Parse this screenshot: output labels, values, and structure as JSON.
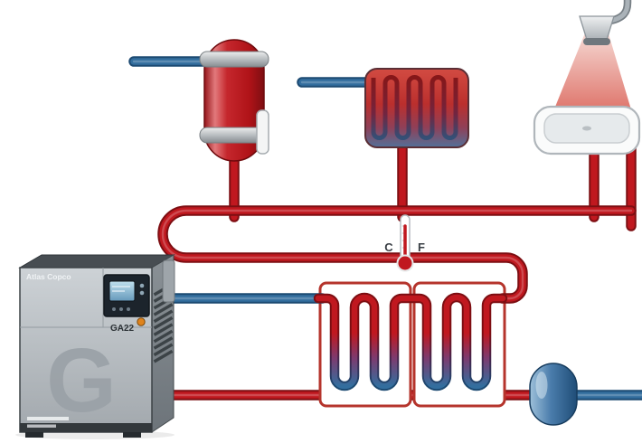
{
  "colors": {
    "hot": "#c0181f",
    "hot-dark": "#7d0e12",
    "cold": "#336e9e",
    "cold-dark": "#1c4a72",
    "exchanger-border": "#b5342c"
  },
  "compressor": {
    "brand": "Atlas Copco",
    "model": "GA22",
    "door_letter": "G"
  },
  "thermometer": {
    "celsius": "C",
    "fahrenheit": "F"
  },
  "icons": {
    "boiler": "hot-water-tank-icon",
    "radiator": "radiator-icon",
    "shower": "shower-icon",
    "thermometer": "thermometer-icon",
    "compressor": "compressor-unit-icon",
    "heat_exchangers": "heat-exchanger-coil-icon",
    "receiver": "water-receiver-icon"
  }
}
